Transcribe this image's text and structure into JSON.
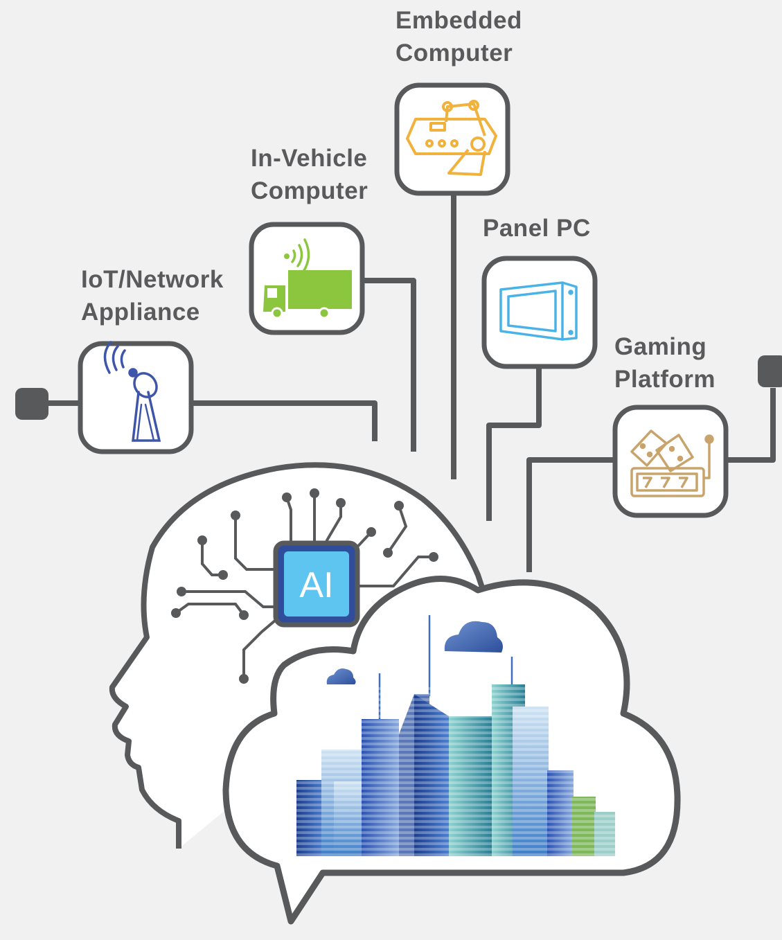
{
  "devices": [
    {
      "id": "iot",
      "label_lines": [
        "IoT/Network",
        "Appliance"
      ],
      "icon": "antenna-icon",
      "color": "#3f56a8"
    },
    {
      "id": "vehicle",
      "label_lines": [
        "In-Vehicle",
        "Computer"
      ],
      "icon": "truck-icon",
      "color": "#8cc63e"
    },
    {
      "id": "embedded",
      "label_lines": [
        "Embedded",
        "Computer"
      ],
      "icon": "robot-arm-icon",
      "color": "#f0b23c"
    },
    {
      "id": "panel",
      "label_lines": [
        "Panel PC"
      ],
      "icon": "monitor-icon",
      "color": "#4ab3e6"
    },
    {
      "id": "gaming",
      "label_lines": [
        "Gaming",
        "Platform"
      ],
      "icon": "slot-machine-icon",
      "color": "#c8a36c"
    }
  ],
  "center": {
    "chip_label": "AI",
    "chip_icon": "ai-chip-icon"
  },
  "colors": {
    "line": "#58595b",
    "chip": "#3aaee6",
    "cloud_fill": "#ffffff"
  }
}
